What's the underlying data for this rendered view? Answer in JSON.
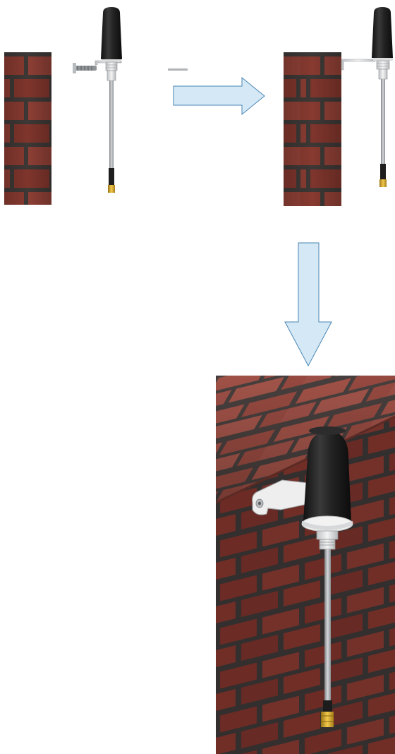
{
  "colors": {
    "background": "#ffffff",
    "arrow_fill": "#d4e8f5",
    "arrow_stroke": "#4a86b4",
    "brick": "#8a3b32",
    "brick_dark": "#5e2620",
    "mortar": "#3e3a38",
    "antenna_cap": "#1c1c1c",
    "cable": "#a8acb0",
    "connector_gold": "#d8a92c",
    "bracket": "#e8e8e8"
  },
  "steps": [
    {
      "name": "components-separated",
      "icon": "antenna-with-loose-bracket-and-screw"
    },
    {
      "name": "bracket-screwed-to-wall",
      "icon": "antenna-mounted-on-bracket"
    },
    {
      "name": "installed-perspective-view",
      "icon": "antenna-installed-on-wall-corner"
    }
  ],
  "arrows": [
    {
      "name": "step-arrow-right",
      "direction": "right"
    },
    {
      "name": "step-arrow-down",
      "direction": "down"
    }
  ]
}
